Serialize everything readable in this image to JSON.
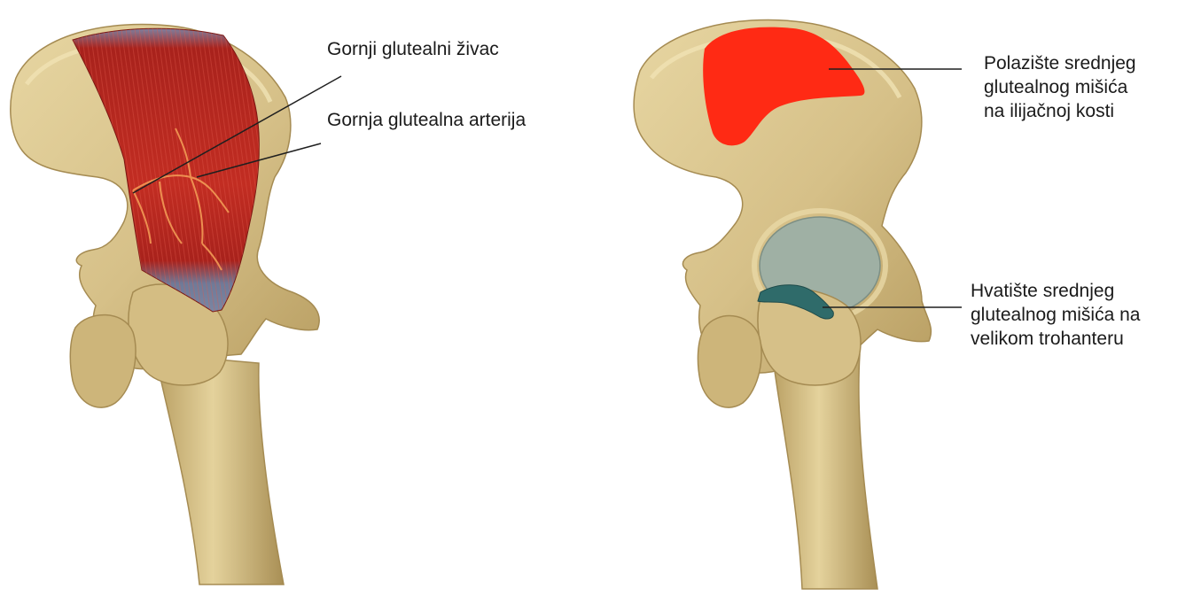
{
  "labels": {
    "superior_gluteal_nerve": "Gornji glutealni živac",
    "superior_gluteal_artery": "Gornja glutealna arterija",
    "origin_lines": [
      "Polazište srednjeg",
      "glutealnog mišića",
      "na ilijačnoj kosti"
    ],
    "insertion_lines": [
      "Hvatište srednjeg",
      "glutealnog mišića na",
      "velikom trohanteru"
    ]
  },
  "colors": {
    "bone": "#d8c48c",
    "bone_shadow": "#b89f62",
    "muscle": "#a8221c",
    "muscle_light": "#c93a2c",
    "tendon": "#6f7a98",
    "origin_area": "#ff2a14",
    "insertion_area": "#2f6b6a",
    "cartilage": "#9fb0a4",
    "leader_line": "#222222",
    "vessel": "#f29a55"
  }
}
